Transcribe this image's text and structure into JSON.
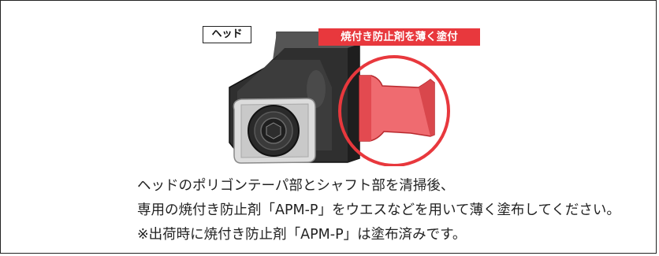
{
  "labels": {
    "head": "ヘッド",
    "coating": "焼付き防止剤を薄く塗付"
  },
  "caption": {
    "line1": "ヘッドのポリゴンテーパ部とシャフト部を清掃後、",
    "line2": "専用の焼付き防止剤「APM-P」をウエスなどを用いて薄く塗布してください。",
    "line3": "※出荷時に焼付き防止剤「APM-P」は塗布済みです。"
  },
  "colors": {
    "highlight_red": "#e8383d",
    "coated_shaft": "#ef6b70",
    "tool_body": "#3a3a3a",
    "frame": "#222222"
  },
  "icons": {
    "tool_head": "milling-head-illustration",
    "insert": "square-insert-with-screw",
    "highlight": "red-circle-highlight"
  }
}
